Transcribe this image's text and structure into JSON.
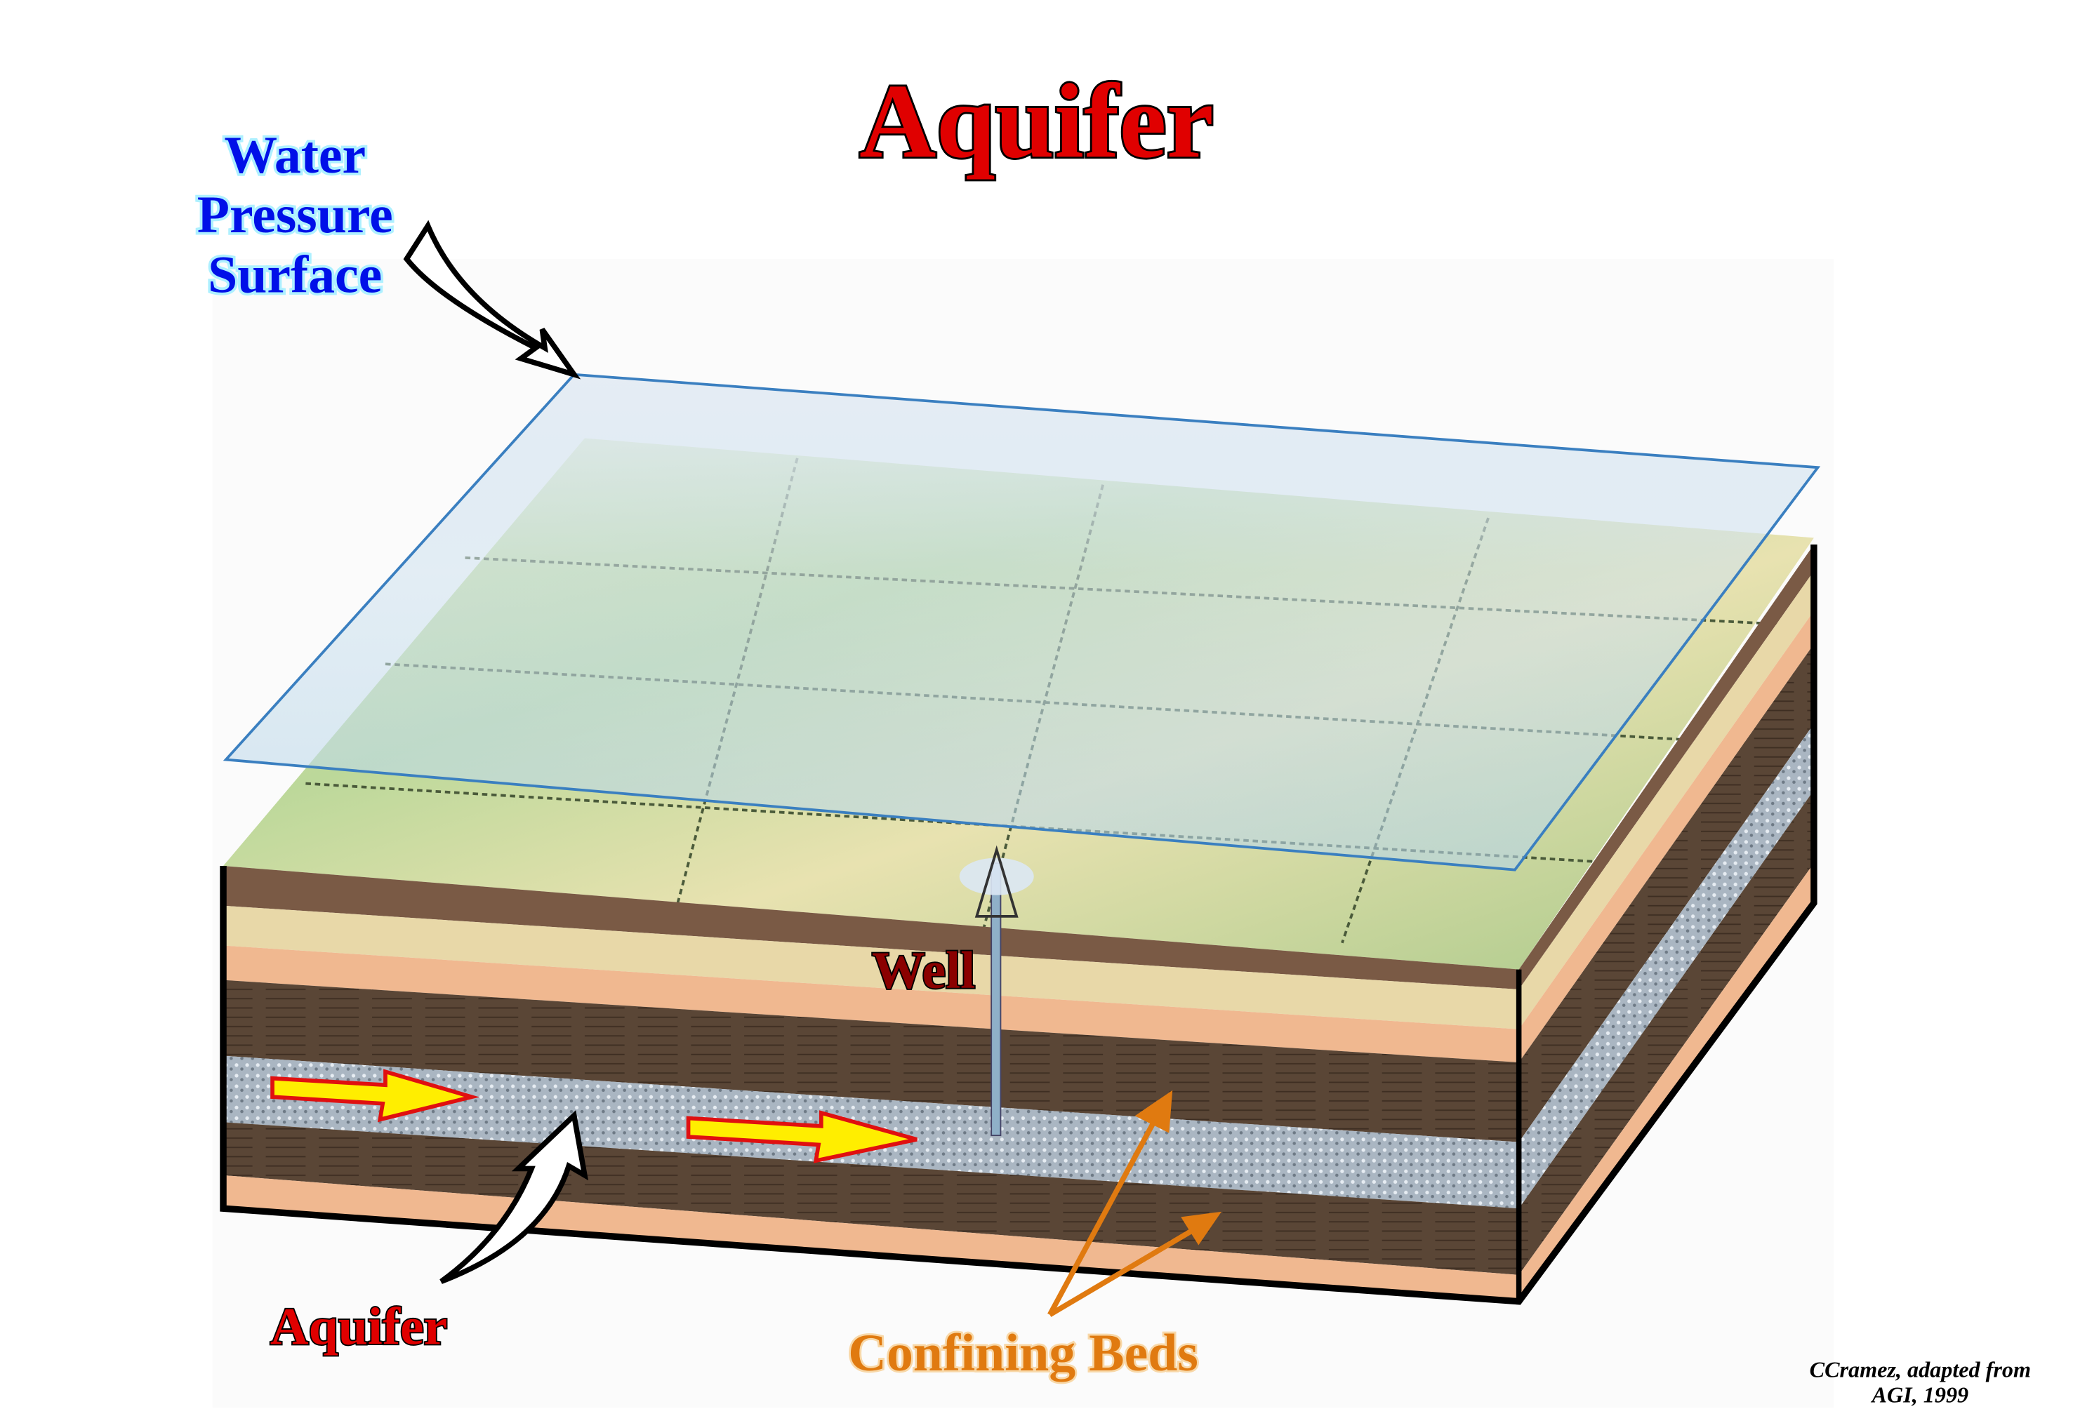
{
  "title": "Aquifer",
  "labels": {
    "water_pressure_surface": [
      "Water",
      "Pressure",
      "Surface"
    ],
    "well": "Well",
    "aquifer": "Aquifer",
    "confining_beds": "Confining Beds"
  },
  "credit": [
    "CCramez, adapted from",
    "AGI, 1999"
  ],
  "colors": {
    "title": "#e00000",
    "water_label": "#0010e8",
    "well_label": "#8b0000",
    "confining_label": "#e07a10",
    "flow_arrow_fill": "#ffee00",
    "flow_arrow_stroke": "#e01010"
  }
}
